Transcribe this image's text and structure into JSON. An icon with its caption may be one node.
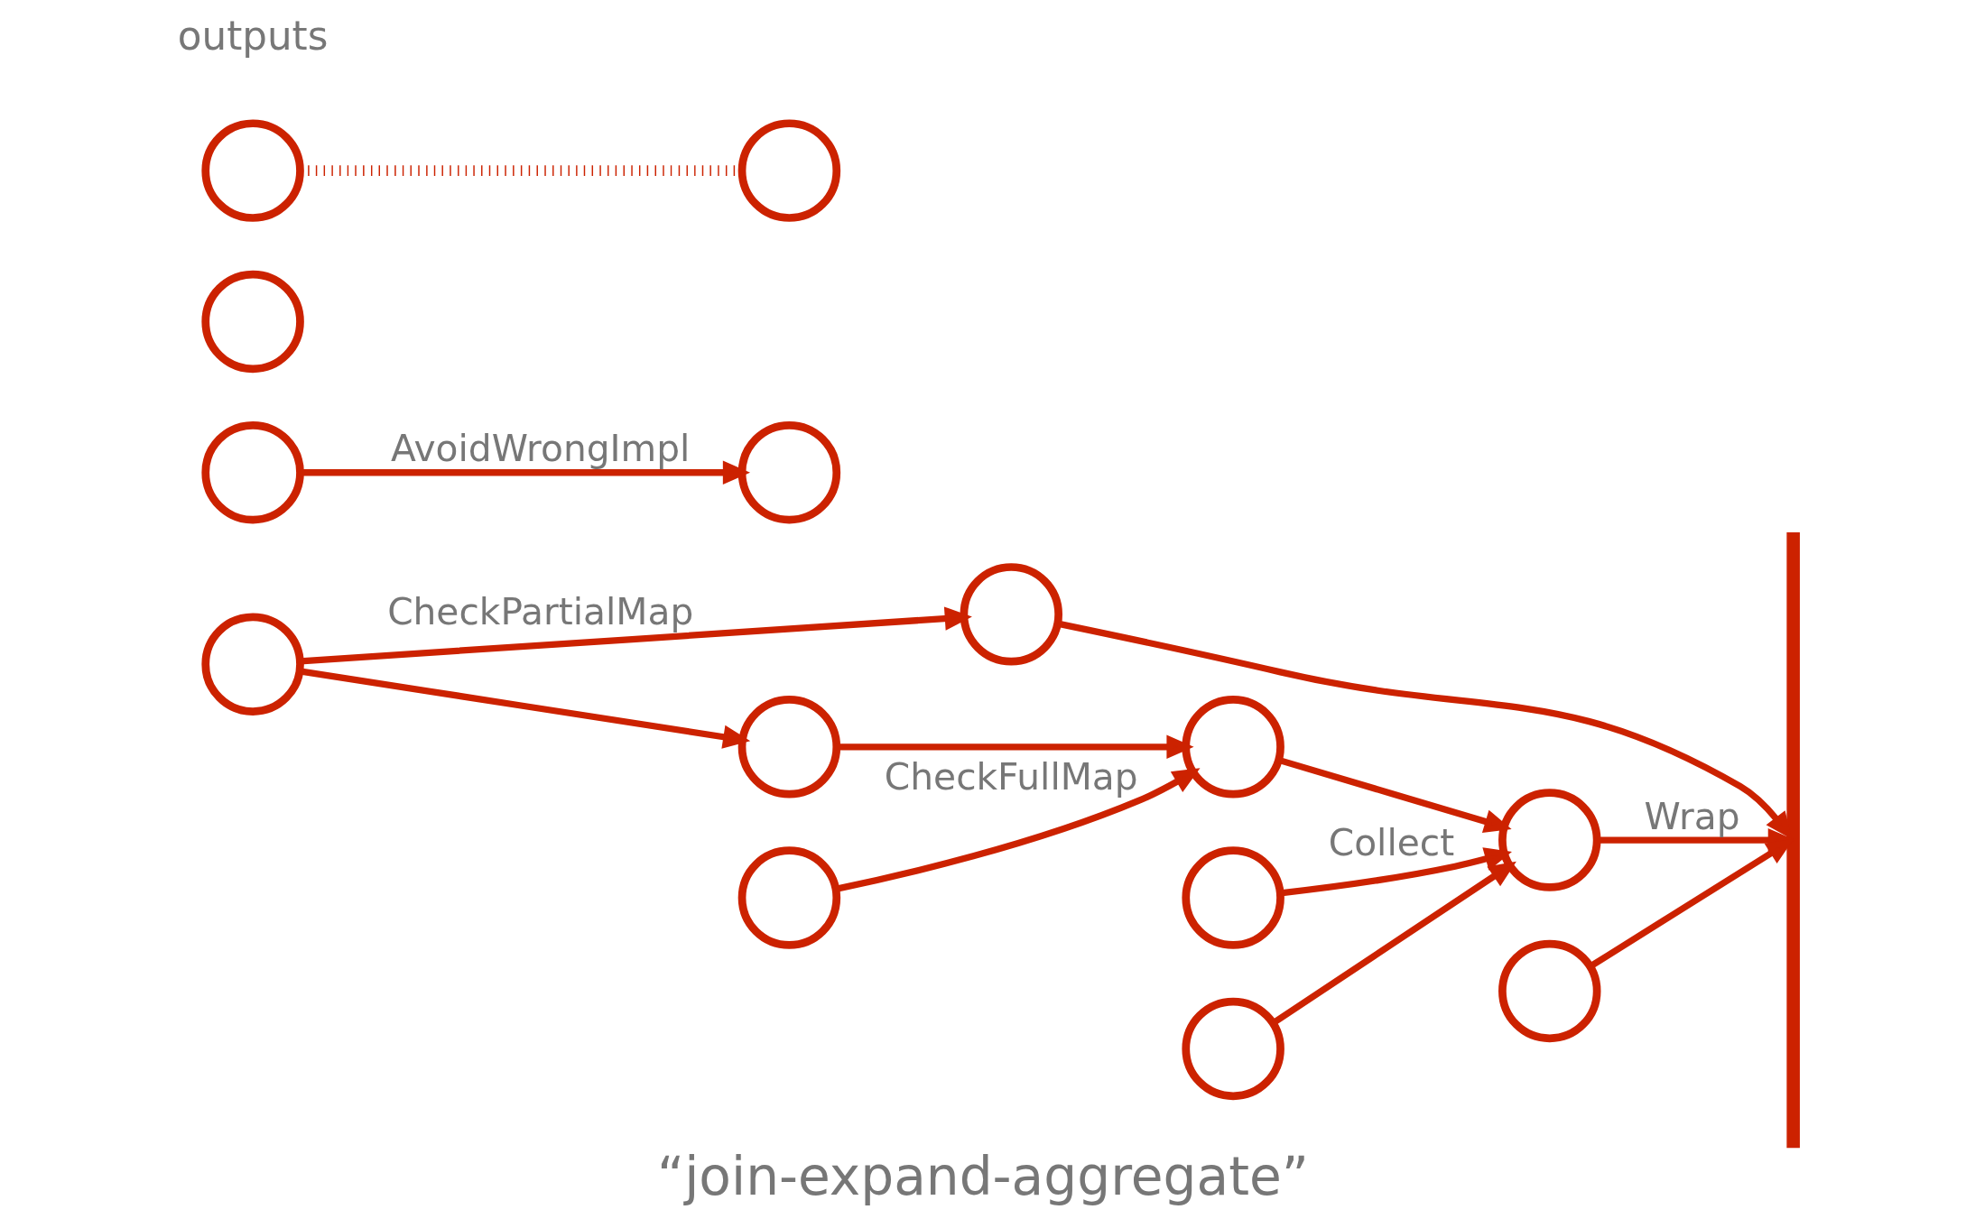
{
  "diagram": {
    "caption": "“join-expand-aggregate”",
    "nodes": [
      {
        "text": [],
        "shape": "circle"
      },
      {
        "text": [],
        "shape": "circle"
      },
      {
        "text": [],
        "shape": "circle"
      },
      {
        "text": [],
        "shape": "circle"
      },
      {
        "text": [],
        "shape": "circle"
      },
      {
        "text": [],
        "shape": "circle"
      },
      {
        "text": [],
        "shape": "circle"
      },
      {
        "text": [],
        "shape": "circle"
      },
      {
        "text": [],
        "shape": "circle"
      },
      {
        "text": [],
        "shape": "bar"
      },
      {
        "text": [],
        "shape": "circle"
      },
      {
        "text": [],
        "shape": "circle"
      },
      {
        "text": [],
        "shape": "circle"
      },
      {
        "text": [],
        "shape": "circle"
      },
      {
        "text": [],
        "shape": "circle"
      }
    ],
    "edges": [
      {
        "from": 0,
        "to": 2,
        "arrow": "to"
      },
      {
        "from": 0,
        "to": 3,
        "arrow": "to",
        "label": "CheckPartialMap"
      },
      {
        "from": 2,
        "to": 5,
        "arrow": "to"
      },
      {
        "from": 4,
        "to": 5,
        "arrow": "to",
        "label": "CheckFullMap"
      },
      {
        "from": 1,
        "to": 6,
        "arrow": "to"
      },
      {
        "from": 5,
        "to": 6,
        "arrow": "to"
      },
      {
        "from": 8,
        "to": 6,
        "arrow": "to",
        "label": "Collect"
      },
      {
        "from": 3,
        "to": 9,
        "arrow": "to"
      },
      {
        "from": 6,
        "to": 9,
        "arrow": "to",
        "label": "Wrap"
      },
      {
        "from": 7,
        "to": 9,
        "arrow": "to"
      },
      {
        "from": 10,
        "to": 11,
        "arrow": "to",
        "label": "AvoidWrongImpl"
      },
      {
        "from": 13,
        "to": 14,
        "arrow": "none",
        "style": "dashed"
      }
    ],
    "labels": [
      "outputs"
    ]
  }
}
